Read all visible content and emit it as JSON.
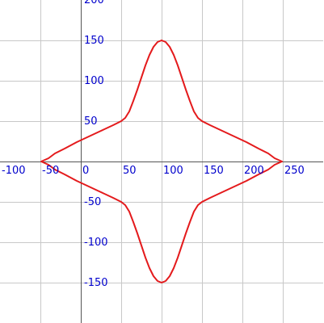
{
  "chart_data": {
    "type": "line",
    "title": "",
    "xlabel": "",
    "ylabel": "",
    "xlim": [
      -100,
      300
    ],
    "ylim": [
      -200,
      200
    ],
    "grid": true,
    "grid_step": 50,
    "x_ticks": [
      -100,
      -50,
      0,
      50,
      100,
      150,
      200,
      250
    ],
    "y_ticks": [
      200,
      150,
      100,
      50,
      -50,
      -100,
      -150
    ],
    "x_tick_labels": [
      "-100",
      "-50",
      "0",
      "50",
      "100",
      "150",
      "200",
      "250"
    ],
    "y_tick_labels": [
      "200",
      "150",
      "100",
      "50",
      "-50",
      "-100",
      "-150"
    ],
    "colors": {
      "curve": "#e41a1c",
      "grid": "#c8c8c8",
      "axis": "#555555",
      "tick_label": "#0000cc"
    },
    "series": [
      {
        "points": [
          [
            100,
            150
          ],
          [
            105,
            148
          ],
          [
            110,
            142
          ],
          [
            115,
            132
          ],
          [
            120,
            119
          ],
          [
            125,
            104
          ],
          [
            130,
            89
          ],
          [
            135,
            75
          ],
          [
            140,
            62
          ],
          [
            145,
            54
          ],
          [
            150,
            50
          ],
          [
            160,
            45
          ],
          [
            175,
            38
          ],
          [
            190,
            31
          ],
          [
            205,
            24
          ],
          [
            220,
            16
          ],
          [
            232,
            10
          ],
          [
            240,
            4
          ],
          [
            249,
            0
          ],
          [
            240,
            -4
          ],
          [
            232,
            -10
          ],
          [
            220,
            -16
          ],
          [
            205,
            -24
          ],
          [
            190,
            -31
          ],
          [
            175,
            -38
          ],
          [
            160,
            -45
          ],
          [
            150,
            -50
          ],
          [
            145,
            -54
          ],
          [
            140,
            -62
          ],
          [
            135,
            -75
          ],
          [
            130,
            -89
          ],
          [
            125,
            -104
          ],
          [
            120,
            -119
          ],
          [
            115,
            -132
          ],
          [
            110,
            -142
          ],
          [
            105,
            -148
          ],
          [
            100,
            -150
          ],
          [
            95,
            -148
          ],
          [
            90,
            -142
          ],
          [
            85,
            -132
          ],
          [
            80,
            -119
          ],
          [
            75,
            -104
          ],
          [
            70,
            -89
          ],
          [
            65,
            -75
          ],
          [
            60,
            -62
          ],
          [
            55,
            -54
          ],
          [
            50,
            -50
          ],
          [
            40,
            -45
          ],
          [
            25,
            -38
          ],
          [
            10,
            -31
          ],
          [
            -5,
            -24
          ],
          [
            -20,
            -16
          ],
          [
            -32,
            -10
          ],
          [
            -40,
            -4
          ],
          [
            -49,
            0
          ],
          [
            -40,
            4
          ],
          [
            -32,
            10
          ],
          [
            -20,
            16
          ],
          [
            -5,
            24
          ],
          [
            10,
            31
          ],
          [
            25,
            38
          ],
          [
            40,
            45
          ],
          [
            50,
            50
          ],
          [
            55,
            54
          ],
          [
            60,
            62
          ],
          [
            65,
            75
          ],
          [
            70,
            89
          ],
          [
            75,
            104
          ],
          [
            80,
            119
          ],
          [
            85,
            132
          ],
          [
            90,
            142
          ],
          [
            95,
            148
          ],
          [
            100,
            150
          ]
        ]
      }
    ]
  }
}
